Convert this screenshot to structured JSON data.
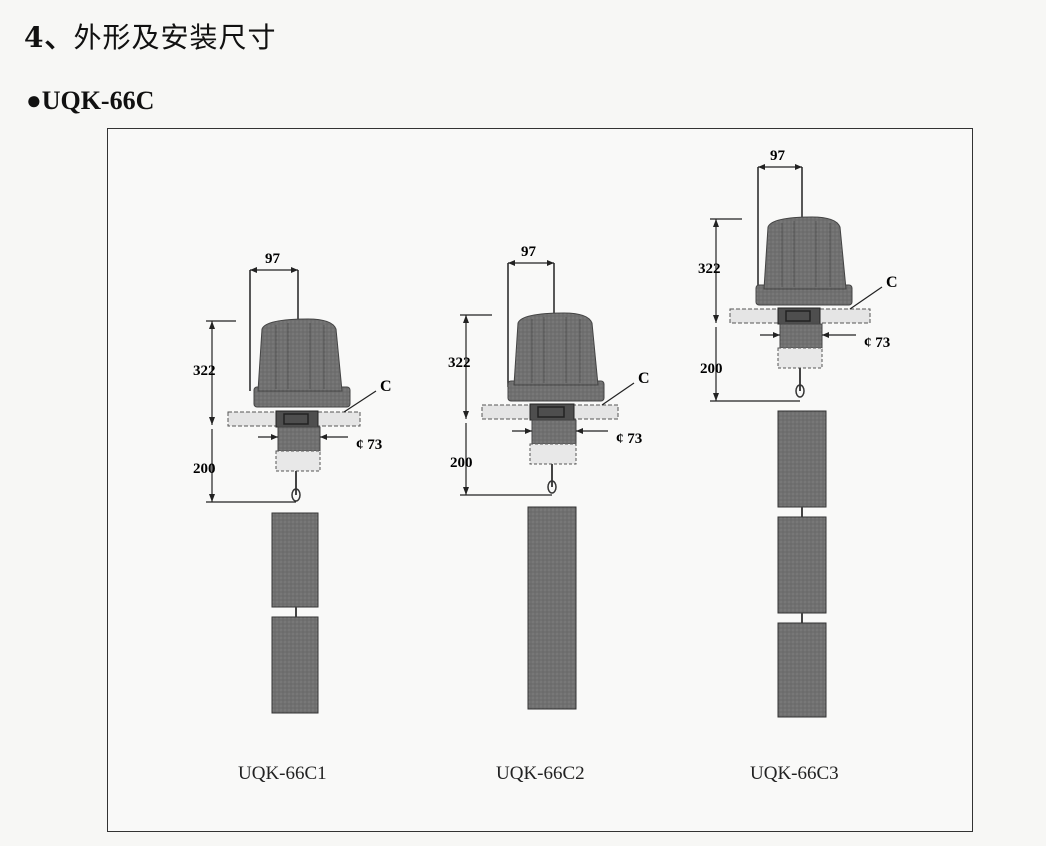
{
  "section": {
    "number": "4、",
    "title": "外形及安装尺寸"
  },
  "subtitle": "●UQK-66C",
  "colors": {
    "body": "#7a7a7a",
    "body_dark": "#5e5e5e",
    "float": "#6f6f6f",
    "line": "#222222"
  },
  "variants": [
    {
      "model": "UQK-66C1",
      "dim_width": "97",
      "dim_height": "322",
      "dim_drop": "200",
      "dim_diameter": "¢ 73",
      "callout": "C",
      "float_count": 2
    },
    {
      "model": "UQK-66C2",
      "dim_width": "97",
      "dim_height": "322",
      "dim_drop": "200",
      "dim_diameter": "¢ 73",
      "callout": "C",
      "float_count": 1
    },
    {
      "model": "UQK-66C3",
      "dim_width": "97",
      "dim_height": "322",
      "dim_drop": "200",
      "dim_diameter": "¢ 73",
      "callout": "C",
      "float_count": 3
    }
  ]
}
